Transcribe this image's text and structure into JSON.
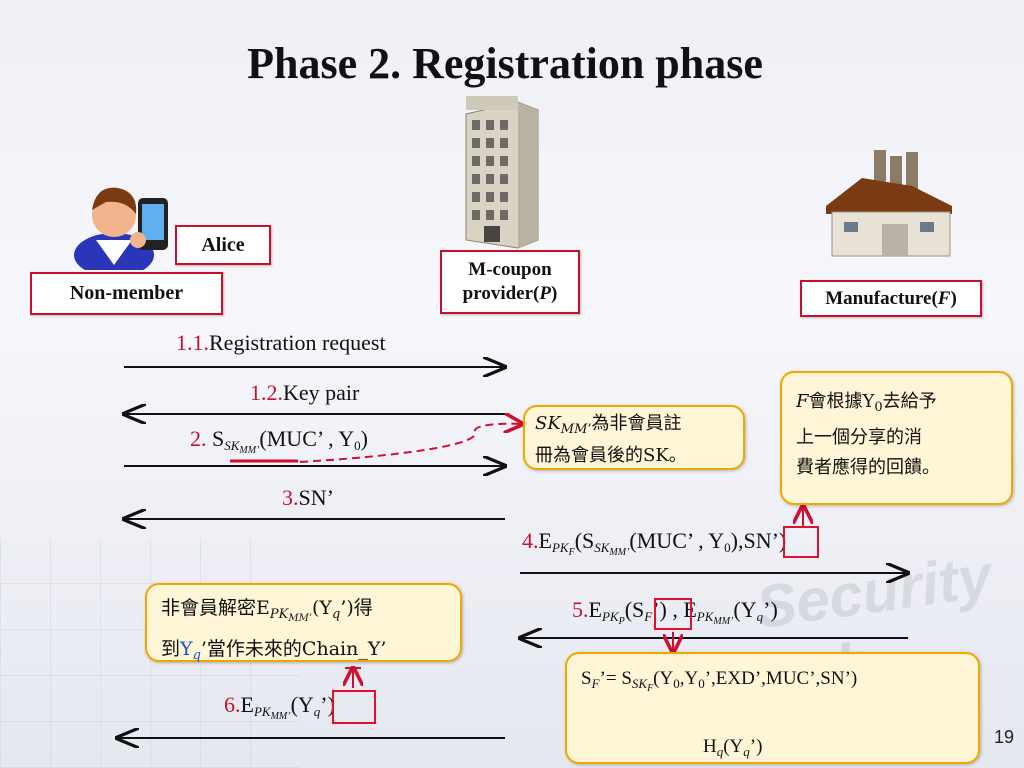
{
  "title": "Phase 2. Registration phase",
  "actors": {
    "alice": "Alice",
    "non_member": "Non-member",
    "provider_line1": "M-coupon",
    "provider_line2": "provider",
    "provider_symbol": "P",
    "manufacture": "Manufacture",
    "manufacture_symbol": "F"
  },
  "messages": {
    "m11_num": "1.1.",
    "m11_text": "Registration request",
    "m12_num": "1.2.",
    "m12_text": "Key pair",
    "m2_num": "2.",
    "m2_text": "S",
    "m3_num": "3.",
    "m3_text": "SN’",
    "m4_num": "4.",
    "m5_num": "5.",
    "m6_num": "6."
  },
  "notes": {
    "sk_note_line1": "為非會員註",
    "sk_note_line2": "冊為會員後的SK。",
    "f_note_line1": "會根據Y",
    "f_note_line1b": "去給予",
    "f_note_line2": "上一個分享的消",
    "f_note_line3": "費者應得的回饋。",
    "decrypt_line1": "非會員解密E",
    "decrypt_line1b": "(Y",
    "decrypt_line1c": "’)得",
    "decrypt_line2a": "到",
    "decrypt_line2b": "’當作未來的Chain_Y’",
    "sf_line1": "’= S",
    "sf_line1b": "(Y",
    "sf_line1c": ",Y",
    "sf_line1d": "’,EXD’,MUC’,SN’)",
    "hq": "H"
  },
  "watermark": "Security Lab",
  "page_number": "19",
  "colors": {
    "accent_red": "#c8102e",
    "note_border": "#f0a800",
    "note_fill": "#fff6d8",
    "blue": "#1a4fd6"
  }
}
